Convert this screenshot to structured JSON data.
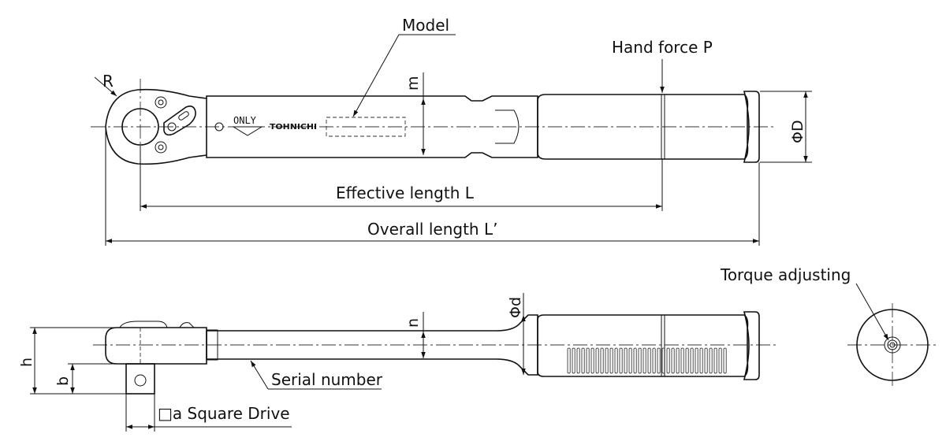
{
  "labels": {
    "model": "Model",
    "hand_force": "Hand force P",
    "radius": "R",
    "dia_D": "ΦD",
    "dim_m": "m",
    "effective_length": "Effective length L",
    "overall_length": "Overall length L’",
    "brand_mark": "TOHNICHI",
    "only_mark": "ONLY",
    "torque_adjusting": "Torque adjusting",
    "dia_d": "Φd",
    "dim_n": "n",
    "dim_h": "h",
    "dim_b": "b",
    "serial_number": "Serial number",
    "square_drive": "□a Square Drive"
  }
}
